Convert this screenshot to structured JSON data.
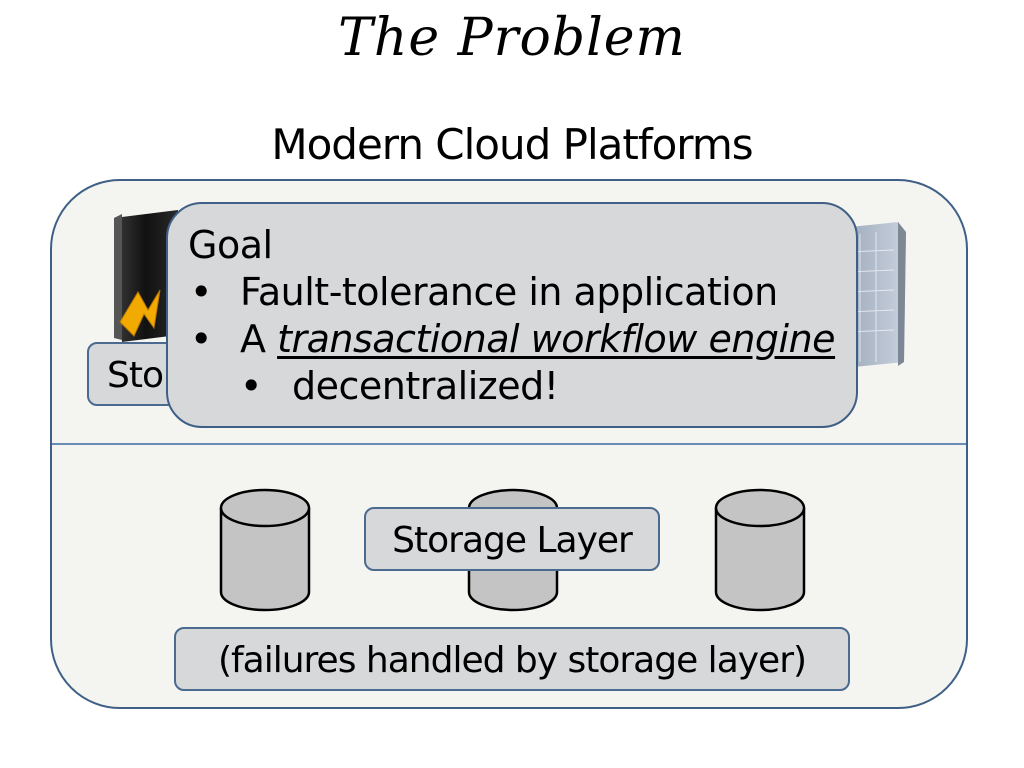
{
  "slide": {
    "title": "The Problem",
    "subtitle": "Modern Cloud Platforms"
  },
  "diagram": {
    "hidden_box_label": "Sto",
    "storage_label": "Storage Layer",
    "failures_label": "(failures handled by storage layer)"
  },
  "goal": {
    "heading": "Goal",
    "bullets": [
      {
        "text": "Fault-tolerance in application"
      },
      {
        "prefix": "A ",
        "emphasis": "transactional workflow engine"
      },
      {
        "text": "decentralized!"
      }
    ],
    "bullet_char": "•"
  },
  "colors": {
    "box_fill": "#d7d8da",
    "border": "#3f5f86",
    "platform_fill": "#f4f5f0",
    "cylinder_fill": "#c4c4c4"
  }
}
